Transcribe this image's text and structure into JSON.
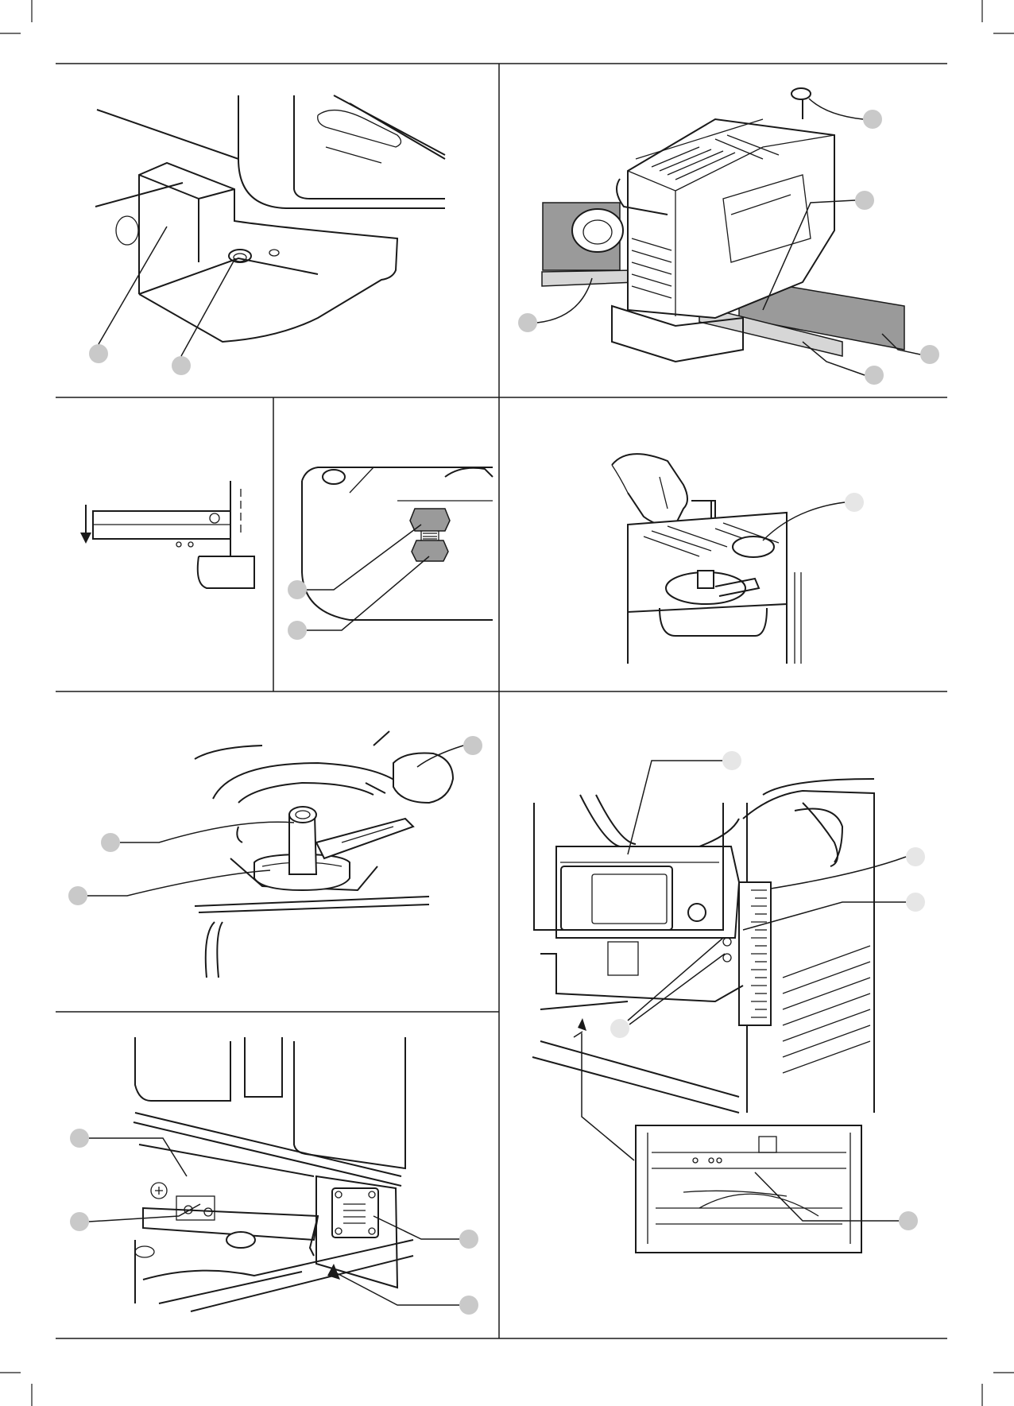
{
  "page": {
    "footer_marks": ""
  },
  "figures": [
    {
      "id": "fig-base-block",
      "callouts": 2
    },
    {
      "id": "fig-planer-overview",
      "callouts": 5
    },
    {
      "id": "fig-table-lowering",
      "callouts": 0
    },
    {
      "id": "fig-adjust-bolts",
      "callouts": 2
    },
    {
      "id": "fig-hand-crank",
      "callouts": 1
    },
    {
      "id": "fig-depth-turret",
      "callouts": 3
    },
    {
      "id": "fig-scale-indicator",
      "callouts": 5
    },
    {
      "id": "fig-height-scale",
      "callouts": 4
    }
  ],
  "colors": {
    "line": "#1a1a1a",
    "callout_marker": "#c9c9c9",
    "callout_marker_light": "#e6e6e6",
    "shaded_part": "#9a9a9a"
  }
}
